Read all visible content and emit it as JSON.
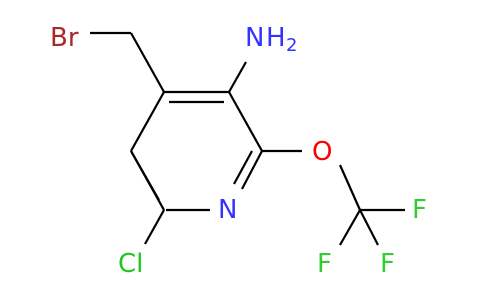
{
  "molecule": {
    "atoms": {
      "br": {
        "label": "Br",
        "color": "#a52a2a"
      },
      "n_amine": {
        "label": "N",
        "color": "#3333ff"
      },
      "h2": {
        "label": "H",
        "sub": "2",
        "color": "#3333ff"
      },
      "n_ring": {
        "label": "N",
        "color": "#3333ff"
      },
      "o": {
        "label": "O",
        "color": "#ff0000"
      },
      "f_top": {
        "label": "F",
        "color": "#33cc33"
      },
      "f_bottom_left": {
        "label": "F",
        "color": "#33cc33"
      },
      "f_bottom_right": {
        "label": "F",
        "color": "#33cc33"
      },
      "cl": {
        "label": "Cl",
        "color": "#1ec81e"
      }
    },
    "bond_color": "#000000"
  }
}
